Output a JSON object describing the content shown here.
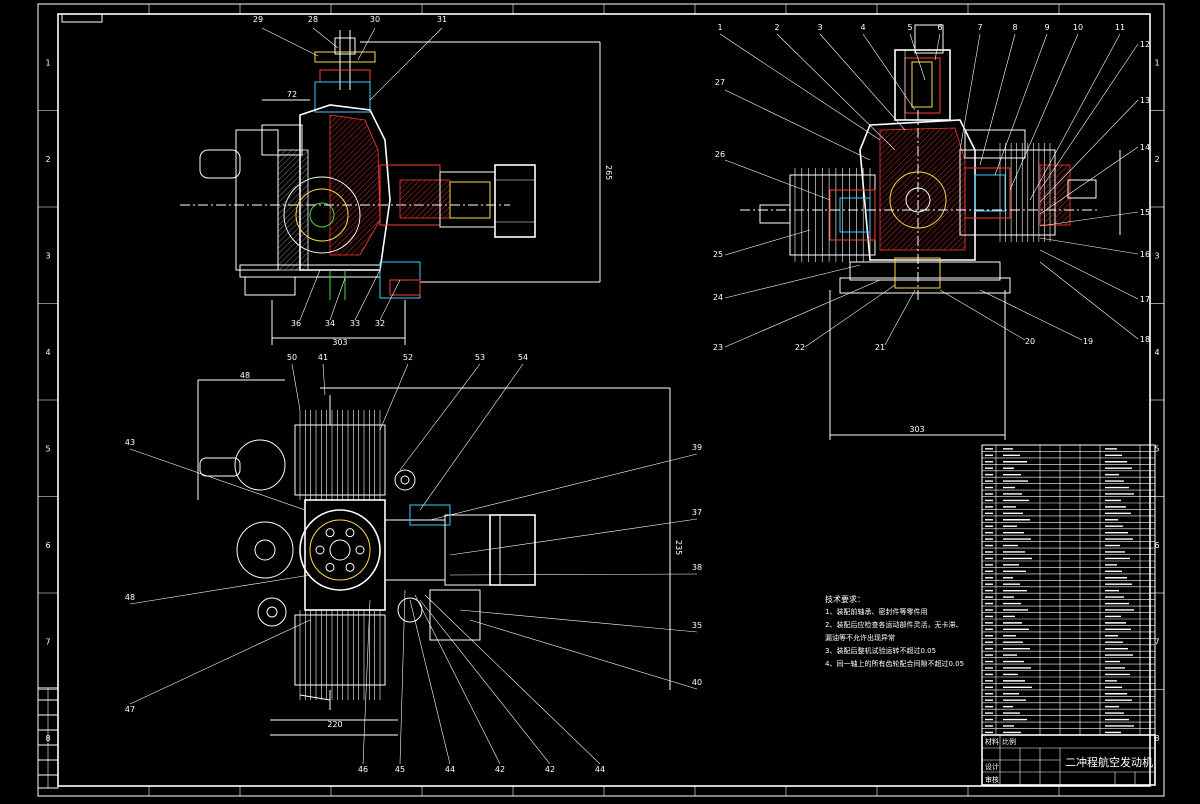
{
  "sheet": {
    "title_block_title": "二冲程航空发动机",
    "corner_tag": "",
    "border_zone_numbers_left": [
      "1",
      "2",
      "3",
      "4",
      "5",
      "6",
      "7",
      "8"
    ],
    "border_zone_numbers_right": [
      "1",
      "2",
      "3",
      "4",
      "5",
      "6",
      "7",
      "8"
    ]
  },
  "tech_notes": {
    "heading": "技术要求：",
    "lines": [
      "1、装配前轴承、密封件等零件用",
      "2、装配后应检查各运动部件灵活，无卡滞、",
      "   漏油等不允许出现异常",
      "3、装配后整机试验运转不超过0.05",
      "4、同一轴上的所有齿轮配合间隙不超过0.05"
    ]
  },
  "front_view": {
    "labels": [
      "29",
      "28",
      "30",
      "31",
      "36",
      "34",
      "33",
      "32"
    ],
    "dims": [
      "72",
      "265",
      "303"
    ]
  },
  "side_view": {
    "labels": [
      "1",
      "2",
      "3",
      "4",
      "5",
      "6",
      "7",
      "8",
      "9",
      "10",
      "11",
      "12",
      "13",
      "14",
      "15",
      "16",
      "17",
      "18",
      "19",
      "20",
      "21",
      "22",
      "23",
      "24",
      "25",
      "26",
      "27"
    ],
    "dims": [
      "303"
    ]
  },
  "top_view": {
    "labels": [
      "50",
      "41",
      "52",
      "53",
      "54",
      "43",
      "48",
      "39",
      "37",
      "38",
      "35",
      "40",
      "47",
      "46",
      "45",
      "44",
      "42",
      "42",
      "44"
    ],
    "dims": [
      "48",
      "220",
      "235"
    ]
  },
  "bom": {
    "rows": 45
  },
  "title_block": {
    "material_label": "材料",
    "scale_label": "比例",
    "designer_label": "设计",
    "checker_label": "审核"
  }
}
